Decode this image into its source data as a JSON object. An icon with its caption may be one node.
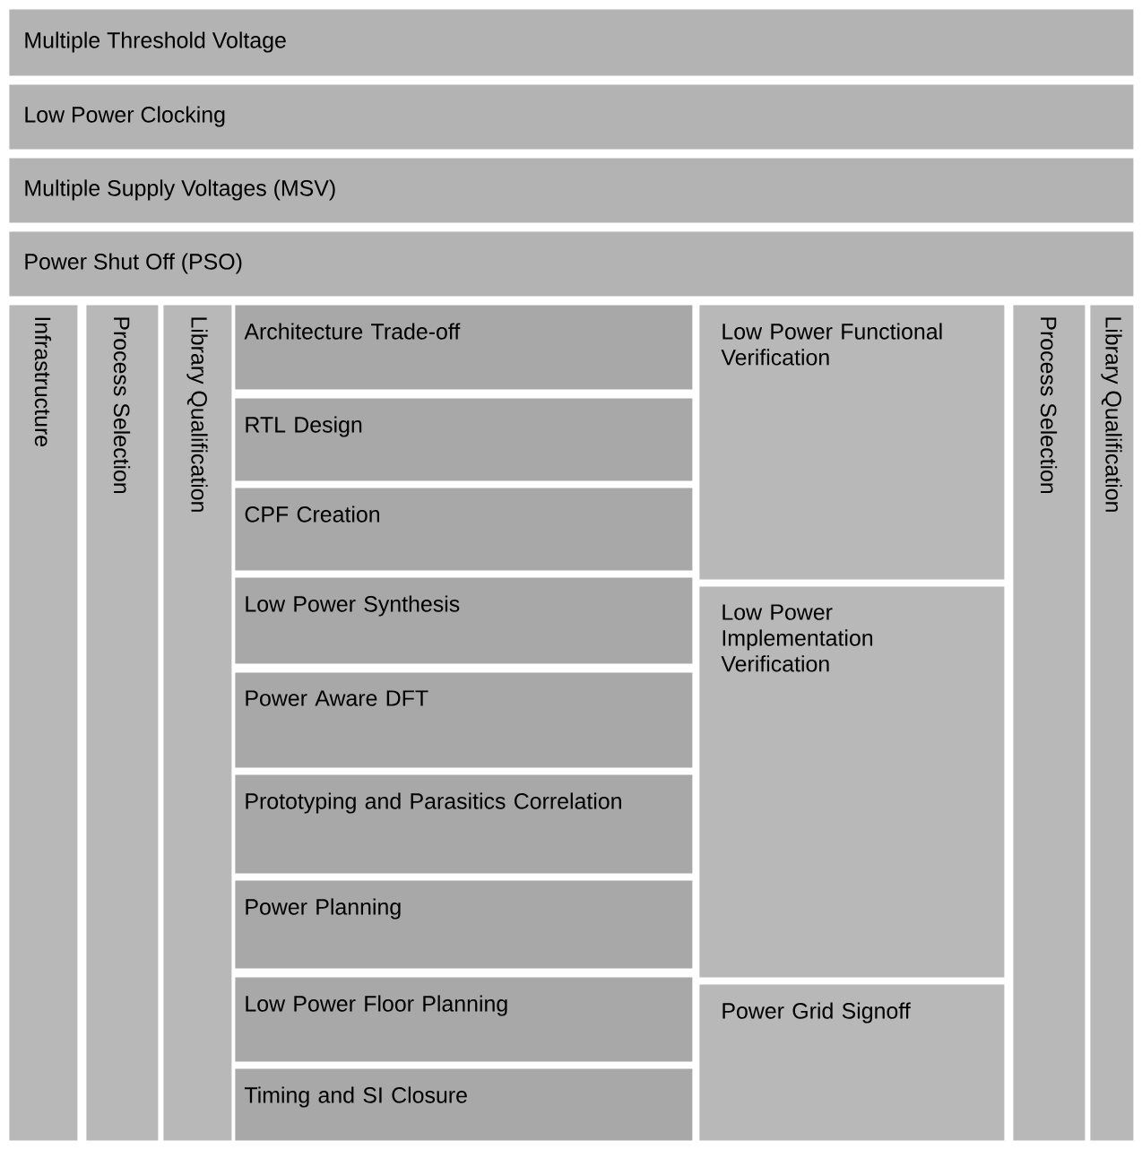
{
  "diagram": {
    "nodes": [
      {
        "text": [
          "Multiple Threshold Voltage"
        ]
      },
      {
        "text": [
          "Low Power Clocking"
        ]
      },
      {
        "text": [
          "Multiple Supply Voltages (MSV)"
        ]
      },
      {
        "text": [
          "Power Shut Off (PSO)"
        ]
      },
      {
        "text": [
          "Infrastructure"
        ]
      },
      {
        "text": [
          "Process Selection"
        ]
      },
      {
        "text": [
          "Library Qualification"
        ]
      },
      {
        "text": [
          "Architecture Trade-off"
        ]
      },
      {
        "text": [
          "RTL Design"
        ]
      },
      {
        "text": [
          "CPF Creation"
        ]
      },
      {
        "text": [
          "Low Power Synthesis"
        ]
      },
      {
        "text": [
          "Power Aware DFT"
        ]
      },
      {
        "text": [
          "Prototyping and Parasitics Correlation"
        ]
      },
      {
        "text": [
          "Power Planning"
        ]
      },
      {
        "text": [
          "Low Power Floor Planning"
        ]
      },
      {
        "text": [
          "Timing and SI Closure"
        ]
      },
      {
        "text": [
          "Low Power Functional Verification"
        ]
      },
      {
        "text": [
          "Low Power Implementation Verification"
        ]
      },
      {
        "text": [
          "Power Grid Signoff"
        ]
      },
      {
        "text": [
          "Process Selection"
        ]
      },
      {
        "text": [
          "Library Qualification"
        ]
      }
    ]
  }
}
